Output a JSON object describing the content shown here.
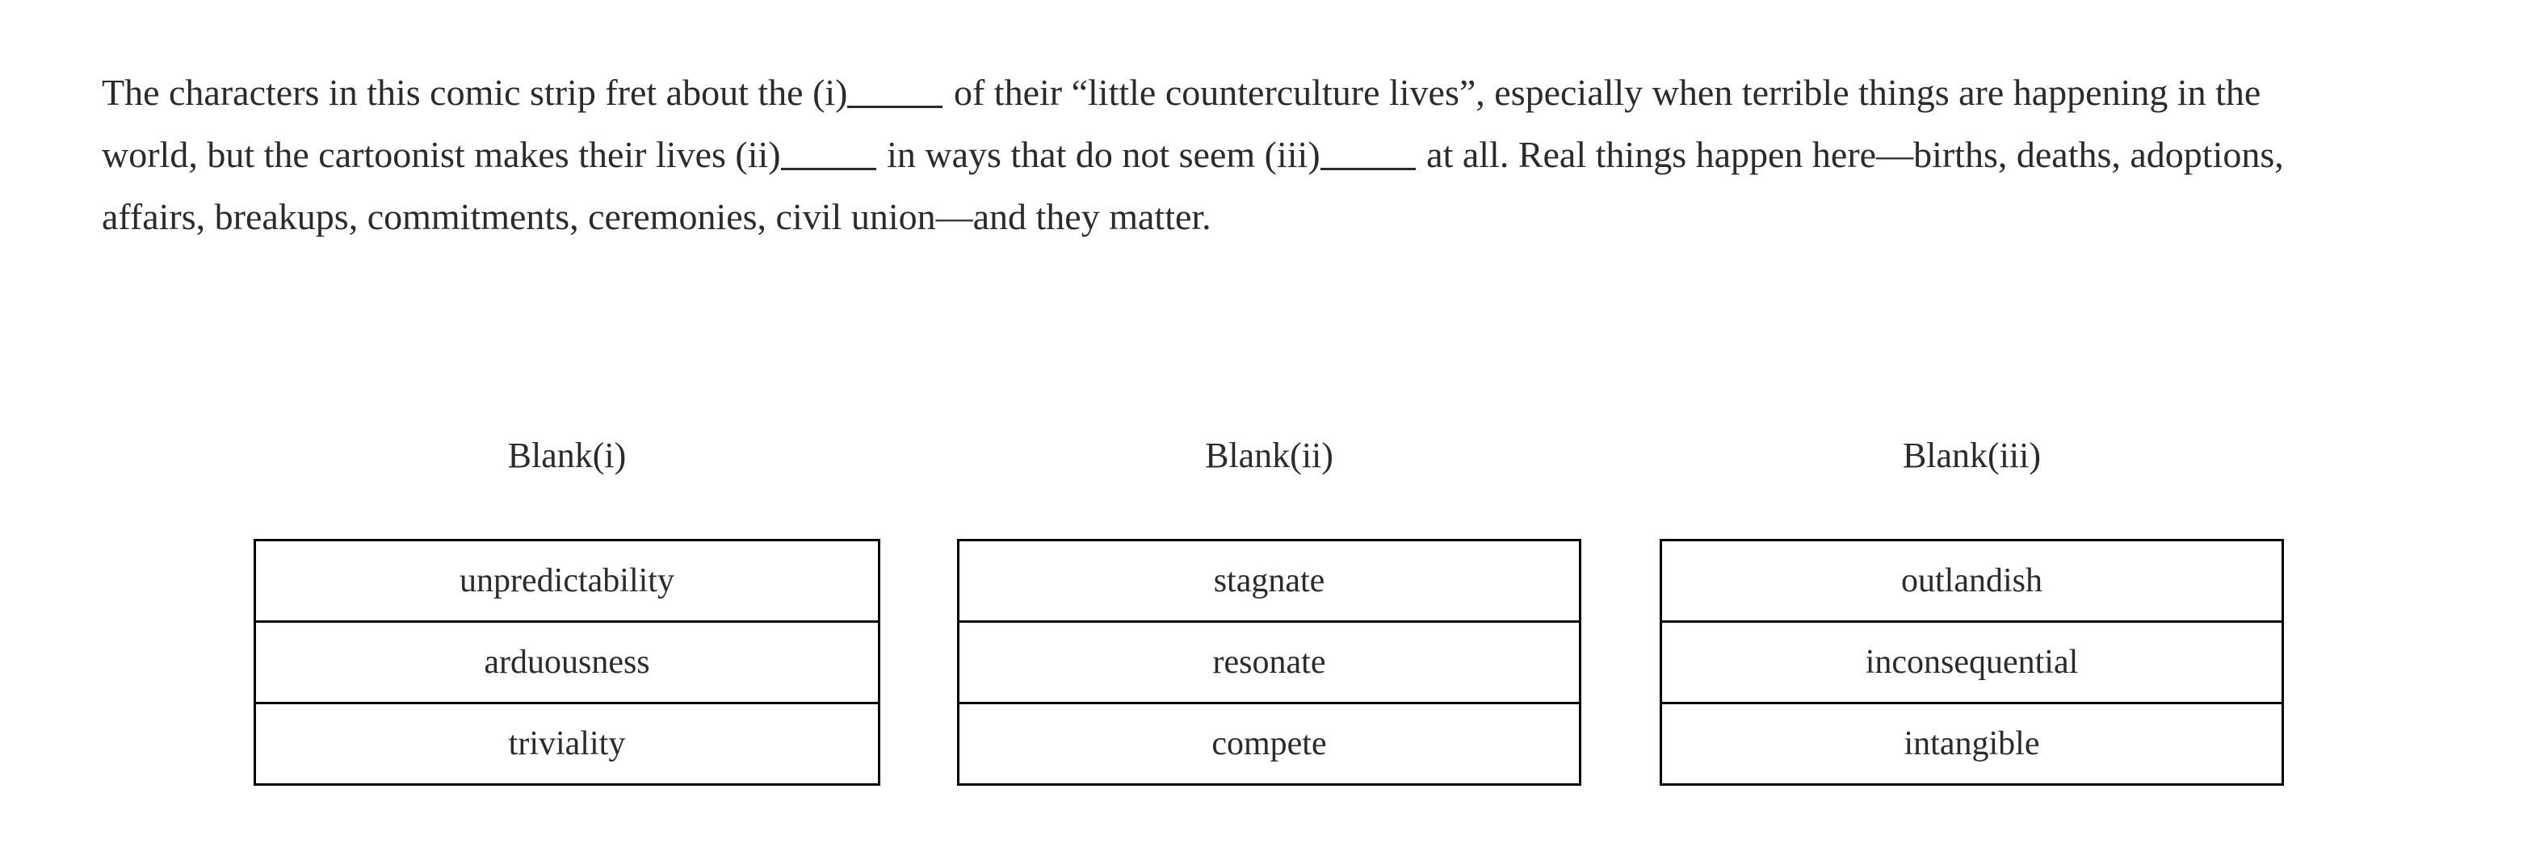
{
  "passage": {
    "segment_1": "The characters in this comic strip fret about the (i)",
    "segment_2": " of their “little counterculture lives”, especially when terrible things are happening in the world, but the cartoonist makes their lives (ii)",
    "segment_3": " in ways that do not seem (iii)",
    "segment_4": " at all. Real things happen here—births, deaths, adoptions, affairs, breakups, commitments, ceremonies, civil union—and they matter.",
    "full_text": "The characters in this comic strip fret about the (i)_____ of their “little counterculture lives”, especially when terrible things are happening in the world, but the cartoonist makes their lives (ii)_____ in ways that do not seem (iii)_____ at all. Real things happen here—births, deaths, adoptions, affairs, breakups, commitments, ceremonies, civil union—and they matter."
  },
  "columns": [
    {
      "header": "Blank(i)",
      "options": [
        "unpredictability",
        "arduousness",
        "triviality"
      ]
    },
    {
      "header": "Blank(ii)",
      "options": [
        "stagnate",
        "resonate",
        "compete"
      ]
    },
    {
      "header": "Blank(iii)",
      "options": [
        "outlandish",
        "inconsequential",
        "intangible"
      ]
    }
  ],
  "colors": {
    "text": "#2b2b2b",
    "border": "#000000",
    "background": "#ffffff"
  }
}
